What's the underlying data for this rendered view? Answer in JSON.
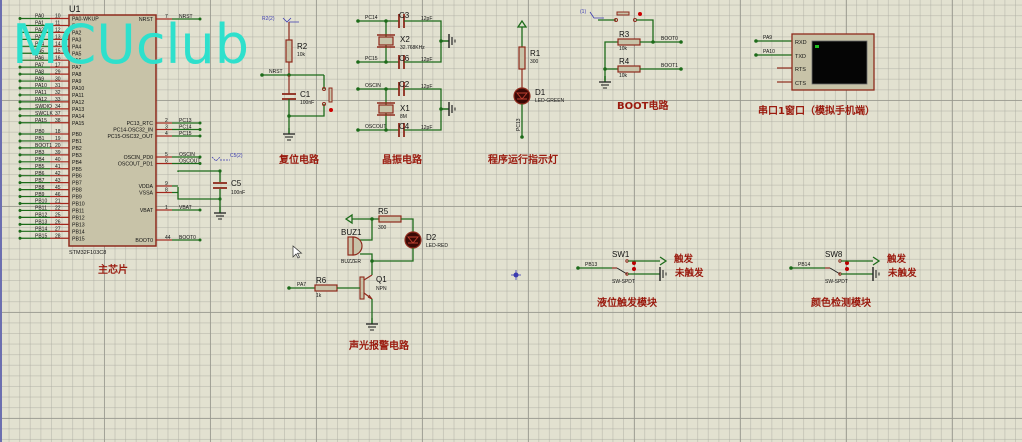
{
  "app": {
    "type": "schematic-capture",
    "watermark": "MCUclub"
  },
  "colors": {
    "wire": "#1d6b1a",
    "pin": "#a3271c",
    "body": "#c8c3a8",
    "body_border": "#8e2a1c",
    "label": "#9a1a0e",
    "grid_bg": "#e2e1d0"
  },
  "mcu": {
    "ref": "U1",
    "part": "STM32F103C8",
    "title": "主芯片",
    "left_pins": [
      {
        "net": "PA0",
        "num": "10",
        "name": "PA0-WKUP"
      },
      {
        "net": "PA1",
        "num": "11",
        "name": "PA1"
      },
      {
        "net": "PA2",
        "num": "12",
        "name": "PA2"
      },
      {
        "net": "PA3",
        "num": "13",
        "name": "PA3"
      },
      {
        "net": "PA4",
        "num": "14",
        "name": "PA4"
      },
      {
        "net": "PA5",
        "num": "15",
        "name": "PA5"
      },
      {
        "net": "PA6",
        "num": "16",
        "name": "PA6"
      },
      {
        "net": "PA7",
        "num": "17",
        "name": "PA7"
      },
      {
        "net": "PA8",
        "num": "29",
        "name": "PA8"
      },
      {
        "net": "PA9",
        "num": "30",
        "name": "PA9"
      },
      {
        "net": "PA10",
        "num": "31",
        "name": "PA10"
      },
      {
        "net": "PA11",
        "num": "32",
        "name": "PA11"
      },
      {
        "net": "PA12",
        "num": "33",
        "name": "PA12"
      },
      {
        "net": "SWDIO",
        "num": "34",
        "name": "PA13"
      },
      {
        "net": "SWCLK",
        "num": "37",
        "name": "PA14"
      },
      {
        "net": "PA15",
        "num": "38",
        "name": "PA15"
      },
      {
        "net": "PB0",
        "num": "18",
        "name": "PB0"
      },
      {
        "net": "PB1",
        "num": "19",
        "name": "PB1"
      },
      {
        "net": "BOOT1",
        "num": "20",
        "name": "PB2"
      },
      {
        "net": "PB3",
        "num": "39",
        "name": "PB3"
      },
      {
        "net": "PB4",
        "num": "40",
        "name": "PB4"
      },
      {
        "net": "PB5",
        "num": "41",
        "name": "PB5"
      },
      {
        "net": "PB6",
        "num": "42",
        "name": "PB6"
      },
      {
        "net": "PB7",
        "num": "43",
        "name": "PB7"
      },
      {
        "net": "PB8",
        "num": "45",
        "name": "PB8"
      },
      {
        "net": "PB9",
        "num": "46",
        "name": "PB9"
      },
      {
        "net": "PB10",
        "num": "21",
        "name": "PB10"
      },
      {
        "net": "PB11",
        "num": "22",
        "name": "PB11"
      },
      {
        "net": "PB12",
        "num": "25",
        "name": "PB12"
      },
      {
        "net": "PB13",
        "num": "26",
        "name": "PB13"
      },
      {
        "net": "PB14",
        "num": "27",
        "name": "PB14"
      },
      {
        "net": "PB15",
        "num": "28",
        "name": "PB15"
      }
    ],
    "right_pins": [
      {
        "name": "NRST",
        "num": "7",
        "net": "NRST"
      },
      {
        "name": "PC13_RTC",
        "num": "2",
        "net": "PC13"
      },
      {
        "name": "PC14-OSC32_IN",
        "num": "3",
        "net": "PC14"
      },
      {
        "name": "PC15-OSC32_OUT",
        "num": "4",
        "net": "PC15"
      },
      {
        "name": "OSCIN_PD0",
        "num": "5",
        "net": "OSCIN"
      },
      {
        "name": "OSCOUT_PD1",
        "num": "6",
        "net": "OSCOUT"
      },
      {
        "name": "VDDA",
        "num": "9",
        "net": ""
      },
      {
        "name": "VSSA",
        "num": "8",
        "net": ""
      },
      {
        "name": "VBAT",
        "num": "1",
        "net": "VBAT"
      },
      {
        "name": "BOOT0",
        "num": "44",
        "net": "BOOT0"
      }
    ],
    "c5": {
      "ref": "C5",
      "value": "100nF",
      "probe": "C5(2)"
    }
  },
  "reset": {
    "title": "复位电路",
    "r_ref": "R2",
    "r_val": "10k",
    "c_ref": "C1",
    "c_val": "100nF",
    "net": "NRST",
    "probe": "R2(2)"
  },
  "crystal": {
    "title": "晶振电路",
    "x2": {
      "ref": "X2",
      "val": "32.768KHz"
    },
    "x1": {
      "ref": "X1",
      "val": "8M"
    },
    "caps": [
      {
        "ref": "C3",
        "val": "12pF"
      },
      {
        "ref": "C6",
        "val": "12pF"
      },
      {
        "ref": "C2",
        "val": "12pF"
      },
      {
        "ref": "C4",
        "val": "12pF"
      }
    ],
    "nets": [
      "PC14",
      "PC15",
      "OSCIN",
      "OSCOUT"
    ]
  },
  "indicator": {
    "title": "程序运行指示灯",
    "r_ref": "R1",
    "r_val": "300",
    "d_ref": "D1",
    "d_val": "LED-GREEN",
    "net": "PC13"
  },
  "boot": {
    "title": "BOOT电路",
    "probe": "(1)",
    "r3": {
      "ref": "R3",
      "val": "10k"
    },
    "r4": {
      "ref": "R4",
      "val": "10k"
    },
    "nets": [
      "BOOT0",
      "BOOT1"
    ]
  },
  "uart": {
    "title": "串口1窗口（模拟手机端）",
    "pins": [
      "RXD",
      "TXD",
      "RTS",
      "CTS"
    ],
    "nets": [
      "PA9",
      "PA10"
    ]
  },
  "alarm": {
    "title": "声光报警电路",
    "buz_ref": "BUZ1",
    "buz_val": "BUZZER",
    "r5": {
      "ref": "R5",
      "val": "300"
    },
    "d2": {
      "ref": "D2",
      "val": "LED-RED"
    },
    "r6": {
      "ref": "R6",
      "val": "1k"
    },
    "q1": {
      "ref": "Q1",
      "val": "NPN"
    },
    "net": "PA7"
  },
  "liquid": {
    "title": "液位触发模块",
    "ref": "SW1",
    "val": "SW-SPDT",
    "net": "PB13",
    "on": "触发",
    "off": "未触发"
  },
  "color": {
    "title": "颜色检测模块",
    "ref": "SW8",
    "val": "SW-SPDT",
    "net": "PB14",
    "on": "触发",
    "off": "未触发"
  }
}
